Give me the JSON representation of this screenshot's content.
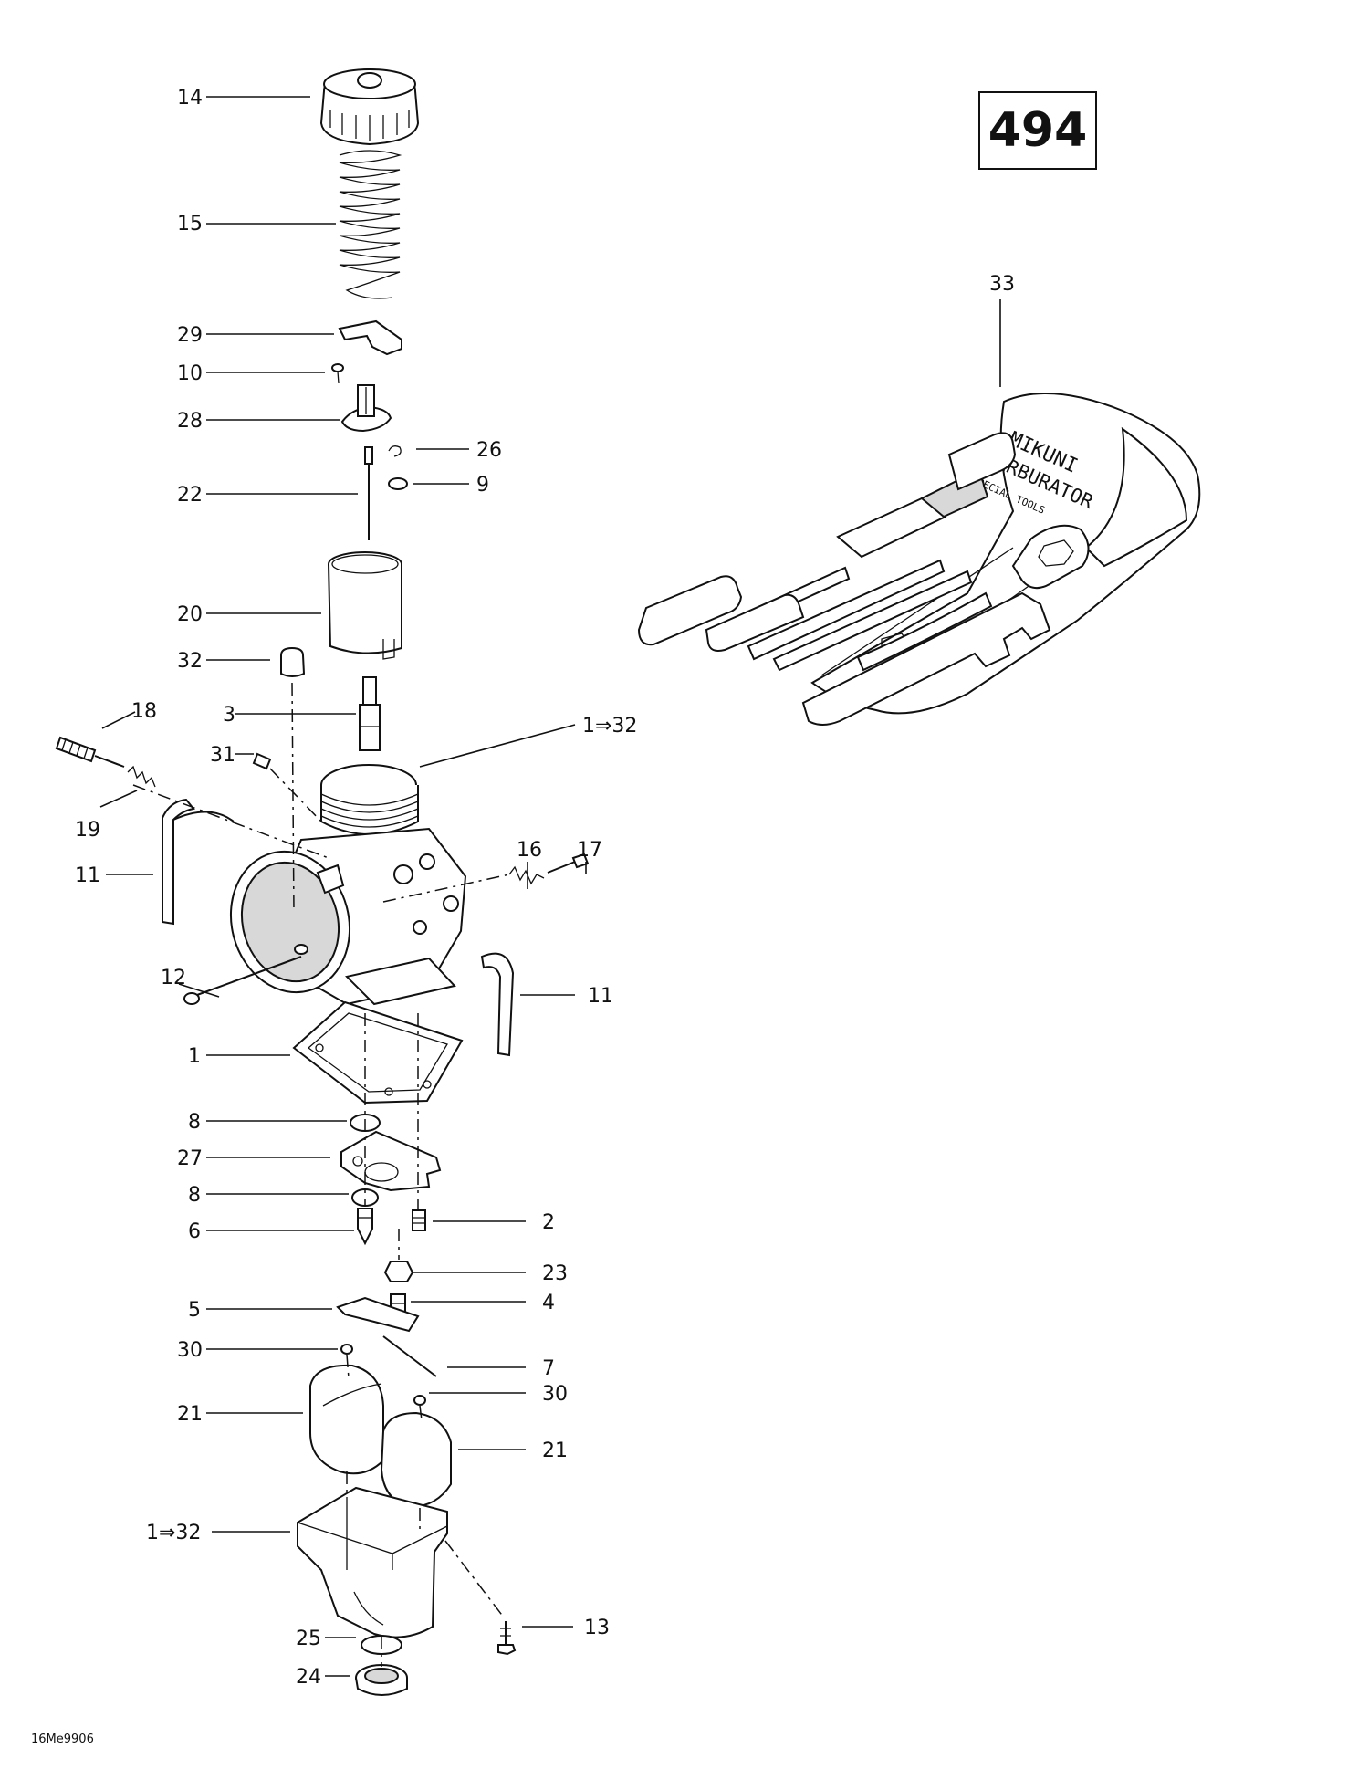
{
  "page_number": "494",
  "diagram_code": "16Me9906",
  "kit_print": {
    "line1": "MIKUNI",
    "line2": "CARBURATOR",
    "line3": "SPECIAL TOOLS"
  },
  "callouts": [
    {
      "id": "c14",
      "text": "14"
    },
    {
      "id": "c15",
      "text": "15"
    },
    {
      "id": "c29",
      "text": "29"
    },
    {
      "id": "c10",
      "text": "10"
    },
    {
      "id": "c28",
      "text": "28"
    },
    {
      "id": "c26",
      "text": "26"
    },
    {
      "id": "c9",
      "text": "9"
    },
    {
      "id": "c22",
      "text": "22"
    },
    {
      "id": "c20",
      "text": "20"
    },
    {
      "id": "c32",
      "text": "32"
    },
    {
      "id": "c18",
      "text": "18"
    },
    {
      "id": "c3",
      "text": "3"
    },
    {
      "id": "c1to32a",
      "text": "1⇒32"
    },
    {
      "id": "c31",
      "text": "31"
    },
    {
      "id": "c19",
      "text": "19"
    },
    {
      "id": "c16",
      "text": "16"
    },
    {
      "id": "c17",
      "text": "17"
    },
    {
      "id": "c11a",
      "text": "11"
    },
    {
      "id": "c12",
      "text": "12"
    },
    {
      "id": "c11b",
      "text": "11"
    },
    {
      "id": "c1",
      "text": "1"
    },
    {
      "id": "c8a",
      "text": "8"
    },
    {
      "id": "c27",
      "text": "27"
    },
    {
      "id": "c8b",
      "text": "8"
    },
    {
      "id": "c2",
      "text": "2"
    },
    {
      "id": "c6",
      "text": "6"
    },
    {
      "id": "c23",
      "text": "23"
    },
    {
      "id": "c5",
      "text": "5"
    },
    {
      "id": "c4",
      "text": "4"
    },
    {
      "id": "c30a",
      "text": "30"
    },
    {
      "id": "c7",
      "text": "7"
    },
    {
      "id": "c30b",
      "text": "30"
    },
    {
      "id": "c21a",
      "text": "21"
    },
    {
      "id": "c21b",
      "text": "21"
    },
    {
      "id": "c1to32b",
      "text": "1⇒32"
    },
    {
      "id": "c13",
      "text": "13"
    },
    {
      "id": "c25",
      "text": "25"
    },
    {
      "id": "c24",
      "text": "24"
    },
    {
      "id": "c33",
      "text": "33"
    }
  ]
}
